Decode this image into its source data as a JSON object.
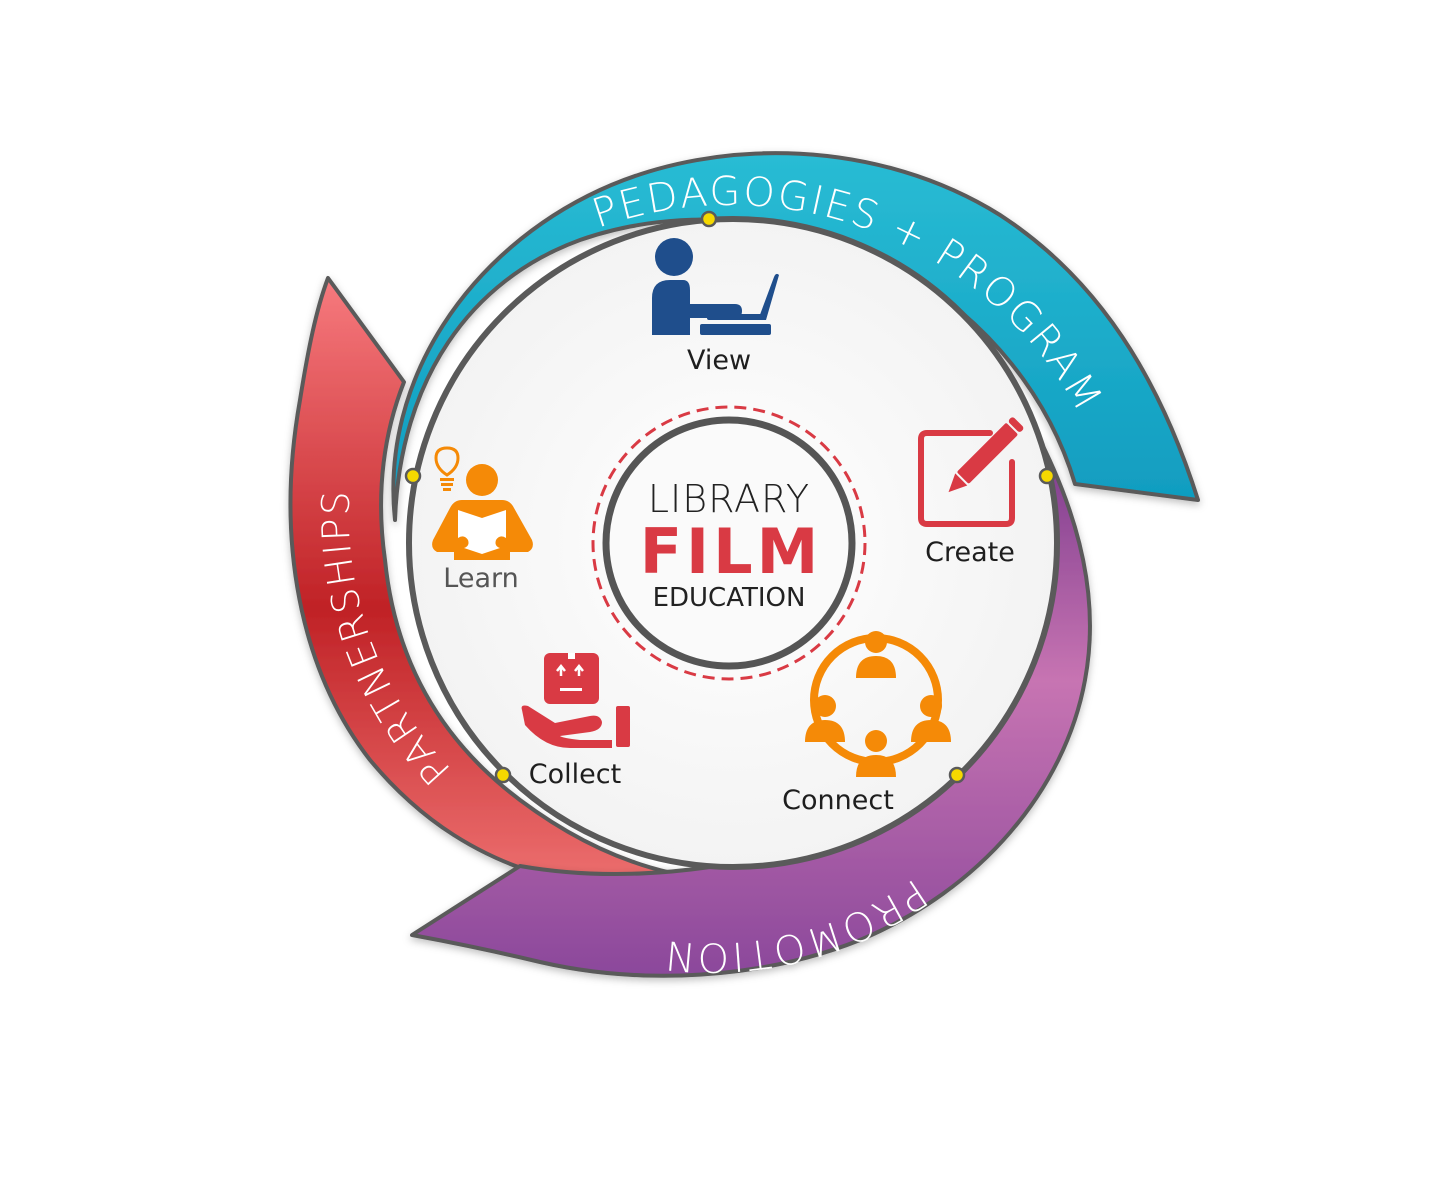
{
  "diagram": {
    "title": "Library Film Education",
    "center_logo": {
      "line1": "LIBRARY",
      "line2": "FILM",
      "line3": "EDUCATION",
      "accent_color": "#d93a44",
      "ring_color": "#555555"
    },
    "bands": [
      {
        "id": "pedagogies",
        "label": "PEDAGOGIES + PROGRAM",
        "color_top": "#29bcd4",
        "color_bottom": "#0f9bbf"
      },
      {
        "id": "promotion",
        "label": "PROMOTION",
        "color_top": "#c774b2",
        "color_bottom": "#8b489b"
      },
      {
        "id": "partnerships",
        "label": "PARTNERSHIPS",
        "color_top": "#f77a7e",
        "color_bottom": "#c02226"
      }
    ],
    "nodes": [
      {
        "id": "view",
        "label": "View",
        "icon": "person-at-laptop-icon",
        "color": "#1f4e8c"
      },
      {
        "id": "create",
        "label": "Create",
        "icon": "edit-pencil-icon",
        "color": "#d93a44"
      },
      {
        "id": "connect",
        "label": "Connect",
        "icon": "people-network-icon",
        "color": "#f58a07"
      },
      {
        "id": "collect",
        "label": "Collect",
        "icon": "hand-box-icon",
        "color": "#d93a44"
      },
      {
        "id": "learn",
        "label": "Learn",
        "icon": "reader-lightbulb-icon",
        "color": "#f58a07"
      }
    ],
    "connector_dot_color": "#f5d800"
  }
}
